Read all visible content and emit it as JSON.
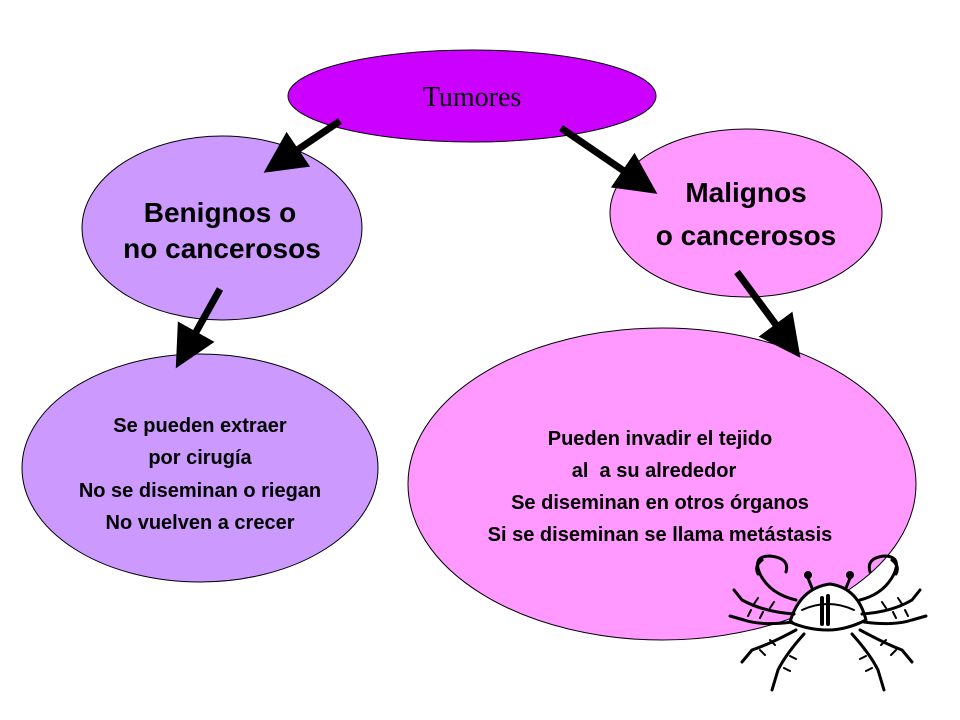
{
  "colors": {
    "root_fill": "#cc00ff",
    "benign_fill": "#cc99ff",
    "malignant_fill": "#ff99ff",
    "stroke": "#000000",
    "arrow": "#000000"
  },
  "nodes": {
    "root": {
      "text": "Tumores"
    },
    "benign": {
      "line1": "Benignos o",
      "line2": "no cancerosos"
    },
    "malignant": {
      "line1": "Malignos",
      "line2": "o cancerosos"
    },
    "benign_detail": {
      "line1": "Se pueden extraer",
      "line2": "por cirugía",
      "line3": "No se diseminan o riegan",
      "line4": "No vuelven a crecer"
    },
    "malignant_detail": {
      "line1": "Pueden invadir el tejido",
      "line2": "al  a su alrededor",
      "line3": "Se diseminan en otros órganos",
      "line4": "Si se diseminan se llama metástasis"
    }
  },
  "decoration": {
    "icon": "crab-icon"
  }
}
